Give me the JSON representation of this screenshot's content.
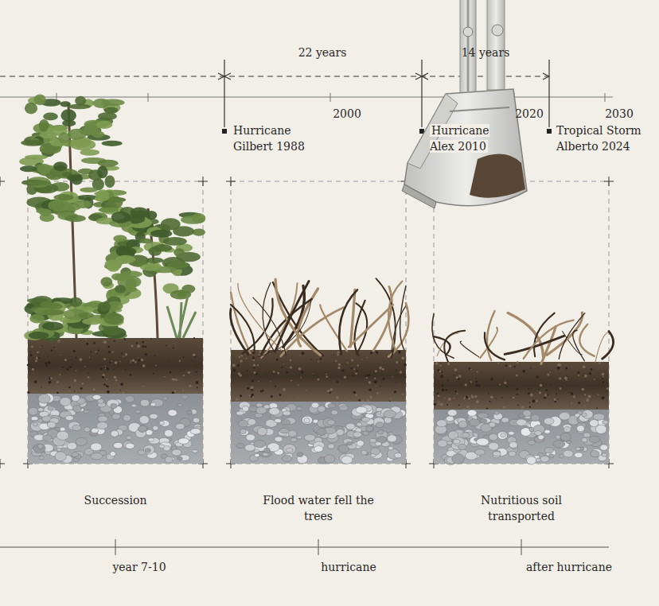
{
  "diagram": {
    "labels": [
      "22 years",
      "14 years",
      "2000",
      "2020",
      "2030",
      "Hurricane Gilbert 1988",
      "Hurricane Alex 2010",
      "Tropical Storm Alberto 2024",
      "Succession",
      "Flood water fell the trees",
      "Nutritious soil transported",
      "year 7-10",
      "hurricane",
      "after hurricane"
    ]
  }
}
